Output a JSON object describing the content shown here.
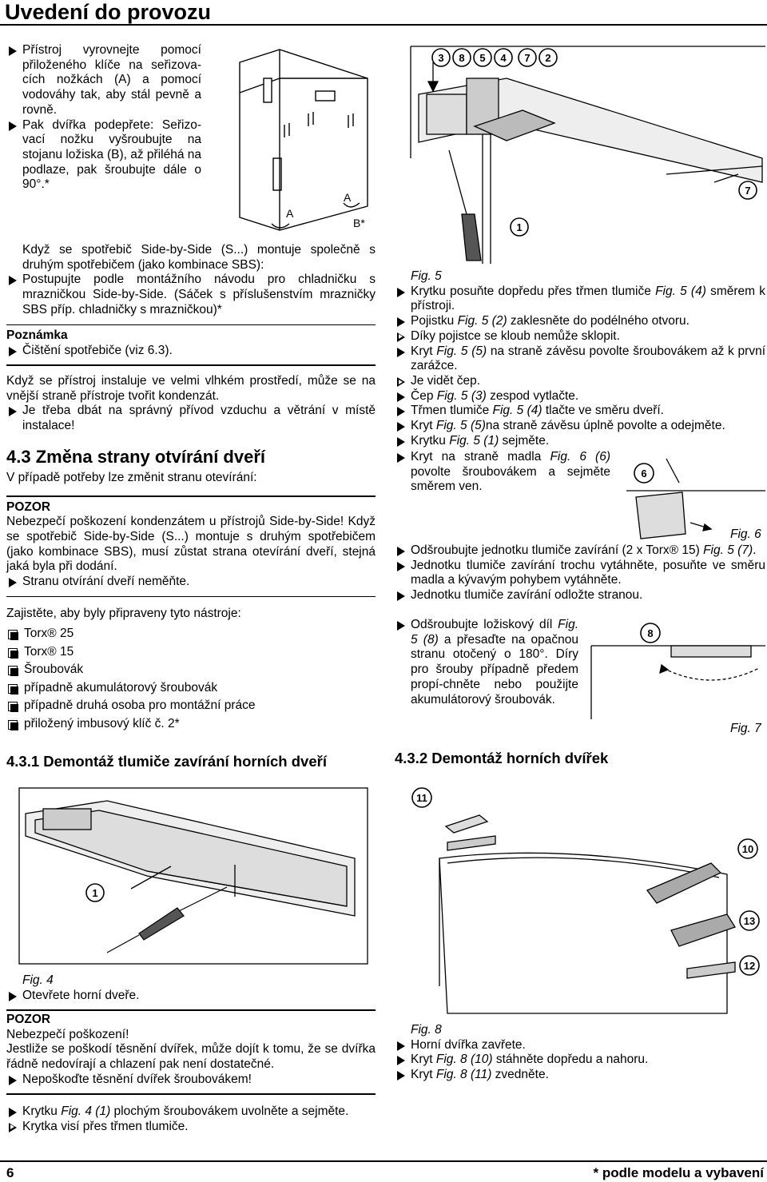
{
  "header": {
    "title": "Uvedení do provozu"
  },
  "intro": {
    "b1": "Přístroj vyrovnejte pomocí přiloženého klíče na seřizova-cích nožkách (A) a pomocí vodováhy tak, aby stál pevně a rovně.",
    "b2": "Pak dvířka podepřete: Seřizo-vací nožku vyšroubujte na stojanu ložiska (B), až přiléhá na podlaze, pak šroubujte dále o 90°.*",
    "p_sbs": "Když se spotřebič Side-by-Side (S...) montuje společně s druhým spotřebičem (jako kombinace SBS):",
    "b3": "Postupujte podle montážního návodu pro chladničku s mrazničkou Side-by-Side. (Sáček s příslušenstvím mrazničky SBS příp. chladničky s mrazničkou)*"
  },
  "fig_feet": {
    "label_a1": "A",
    "label_a2": "A",
    "label_b": "B*"
  },
  "poznamka": {
    "title": "Poznámka",
    "item": "Čištění spotřebiče (viz 6.3)."
  },
  "humid": {
    "p": "Když se přístroj instaluje ve velmi vlhkém prostředí, může se na vnější straně přístroje tvořit kondenzát.",
    "b": "Je třeba dbát na správný přívod vzduchu a větrání v místě instalace!"
  },
  "section43": {
    "heading": "4.3 Změna strany otvírání dveří",
    "intro": "V případě potřeby lze změnit stranu otevírání:",
    "pozor_title": "POZOR",
    "pozor_text": "Nebezpečí poškození kondenzátem u přístrojů Side-by-Side! Když se spotřebič Side-by-Side (S...) montuje s druhým spotřebičem (jako kombinace SBS), musí zůstat strana otevírání dveří, stejná jaká byla při dodání.",
    "pozor_bullet": "Stranu otvírání dveří neměňte.",
    "tools_intro": "Zajistěte, aby byly připraveny tyto nástroje:",
    "tools": [
      "Torx® 25",
      "Torx® 15",
      "Šroubovák",
      "případně akumulátorový šroubovák",
      "případně druhá osoba pro montážní práce",
      "přiložený imbusový klíč č. 2*"
    ]
  },
  "section431": {
    "heading": "4.3.1 Demontáž tlumiče zavírání horních dveří",
    "fig4": "Fig. 4",
    "b1": "Otevřete horní dveře.",
    "pozor_title": "POZOR",
    "pozor_l1": "Nebezpečí poškození!",
    "pozor_l2": "Jestliže se poškodí těsnění dvířek, může dojít k tomu, že se dvířka řádně nedovírají a chlazení pak není dostatečné.",
    "pozor_b": "Nepoškoďte těsnění dvířek šroubovákem!",
    "b2_pre": "Krytku ",
    "b2_ref": "Fig. 4 (1)",
    "b2_post": " plochým šroubovákem uvolněte a sejměte.",
    "b3": "Krytka visí přes třmen tlumiče.",
    "fig4_callout": "1"
  },
  "fig5": {
    "caption": "Fig. 5",
    "callouts": [
      "3",
      "8",
      "5",
      "4",
      "7",
      "2",
      "7",
      "1"
    ]
  },
  "right_steps": [
    {
      "kind": "solid",
      "pre": "Krytku posuňte dopředu přes třmen tlumiče ",
      "ref": "Fig. 5 (4)",
      "post": " směrem k přístroji."
    },
    {
      "kind": "solid",
      "pre": "Pojistku ",
      "ref": "Fig. 5 (2)",
      "post": " zaklesněte do podélného otvoru."
    },
    {
      "kind": "open",
      "pre": "Díky pojistce se kloub nemůže sklopit.",
      "ref": "",
      "post": ""
    },
    {
      "kind": "solid",
      "pre": "Kryt ",
      "ref": "Fig. 5 (5)",
      "post": " na straně závěsu povolte šroubovákem až k první zarážce."
    },
    {
      "kind": "open",
      "pre": "Je vidět čep.",
      "ref": "",
      "post": ""
    },
    {
      "kind": "solid",
      "pre": "Čep ",
      "ref": "Fig. 5 (3)",
      "post": " zespod vytlačte."
    },
    {
      "kind": "solid",
      "pre": "Třmen tlumiče ",
      "ref": "Fig. 5 (4)",
      "post": " tlačte ve směru dveří."
    },
    {
      "kind": "solid",
      "pre": "Kryt ",
      "ref": "Fig. 5 (5)",
      "post": "na straně závěsu úplně povolte a odejměte."
    },
    {
      "kind": "solid",
      "pre": "Krytku ",
      "ref": "Fig. 5 (1)",
      "post": " sejměte."
    }
  ],
  "fig6": {
    "step_pre": "Kryt na straně madla ",
    "step_ref": "Fig. 6 (6)",
    "step_post": " povolte šroubovákem a sejměte směrem ven.",
    "caption": "Fig. 6",
    "callout": "6"
  },
  "right_steps2": [
    {
      "pre": "Odšroubujte jednotku tlumiče zavírání (2 x Torx® 15) ",
      "ref": "Fig. 5 (7)",
      "post": "."
    },
    {
      "pre": "Jednotku tlumiče zavírání trochu vytáhněte, posuňte ve směru madla a kývavým pohybem vytáhněte.",
      "ref": "",
      "post": ""
    },
    {
      "pre": "Jednotku tlumiče zavírání odložte stranou.",
      "ref": "",
      "post": ""
    }
  ],
  "fig7": {
    "step_pre": "Odšroubujte ložiskový díl ",
    "step_ref": "Fig. 5 (8)",
    "step_post": " a přesaďte na opačnou stranu otočený o 180°. Díry pro šrouby případně předem propí-chněte nebo použijte akumulátorový šroubovák.",
    "caption": "Fig. 7",
    "callout": "8"
  },
  "section432": {
    "heading": "4.3.2 Demontáž horních dvířek",
    "fig8": "Fig. 8",
    "callouts": [
      "11",
      "10",
      "13",
      "12"
    ],
    "steps": [
      {
        "pre": "Horní dvířka zavřete.",
        "ref": "",
        "post": ""
      },
      {
        "pre": "Kryt ",
        "ref": "Fig. 8 (10)",
        "post": " stáhněte dopředu a nahoru."
      },
      {
        "pre": "Kryt ",
        "ref": "Fig. 8 (11)",
        "post": " zvedněte."
      }
    ]
  },
  "footer": {
    "page": "6",
    "note": "* podle modelu a vybavení"
  }
}
